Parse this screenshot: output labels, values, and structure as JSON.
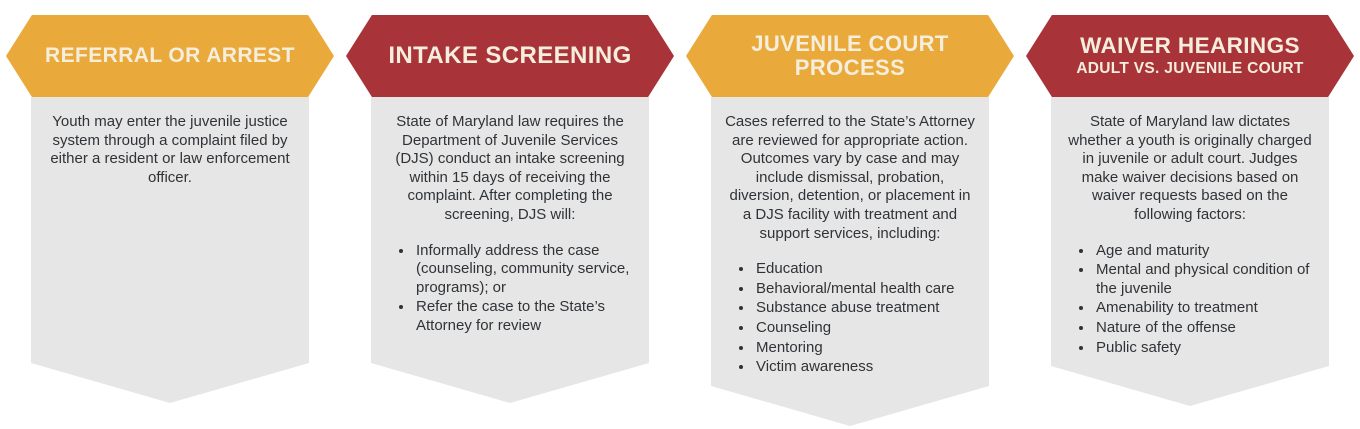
{
  "colors": {
    "gold": "#E9A93B",
    "red": "#A8343A",
    "body_bg": "#E6E6E6",
    "header_text": "#F6EEDD",
    "body_text": "#2F3337"
  },
  "panels": [
    {
      "id": "referral-or-arrest",
      "header": {
        "title": "REFERRAL OR ARREST",
        "color": "gold"
      },
      "paragraph": "Youth may enter the juvenile justice system through a complaint filed by either a resident or law enforcement officer.",
      "bullets": []
    },
    {
      "id": "intake-screening",
      "header": {
        "title": "INTAKE SCREENING",
        "color": "red"
      },
      "paragraph": "State of Maryland law requires the Department of Juvenile Services (DJS) conduct an intake screening within 15 days of receiving the complaint. After completing the screening, DJS will:",
      "bullets": [
        "Informally address the case (counseling, community service, programs); or",
        "Refer the case to the State’s Attorney for review"
      ]
    },
    {
      "id": "juvenile-court-process",
      "header": {
        "title": "JUVENILE COURT PROCESS",
        "color": "gold"
      },
      "paragraph": "Cases referred to the State’s Attorney are reviewed for appropriate action. Outcomes vary by case and may include dismissal, probation, diversion, detention, or placement in a DJS facility with treatment and support services, including:",
      "bullets": [
        "Education",
        "Behavioral/mental health care",
        "Substance abuse treatment",
        "Counseling",
        "Mentoring",
        "Victim awareness"
      ]
    },
    {
      "id": "waiver-hearings",
      "header": {
        "title": "WAIVER HEARINGS",
        "subtitle": "ADULT VS. JUVENILE COURT",
        "color": "red"
      },
      "paragraph": "State of Maryland law dictates whether a youth is originally charged in juvenile or adult court. Judges make waiver decisions based on waiver requests based on the following factors:",
      "bullets": [
        "Age and maturity",
        "Mental and physical condition of the juvenile",
        "Amenability to treatment",
        "Nature of the offense",
        "Public safety"
      ]
    }
  ]
}
